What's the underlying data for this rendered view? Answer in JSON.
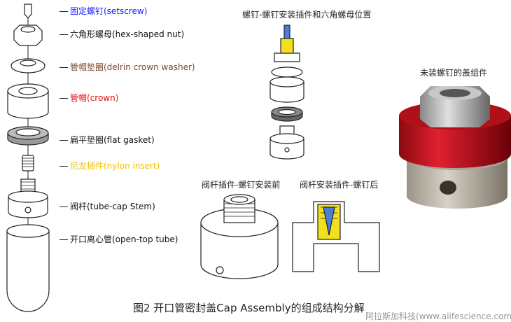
{
  "parts": [
    {
      "label": "固定螺钉(setscrew)",
      "color": "#1a1aff"
    },
    {
      "label": "六角形螺母(hex-shaped nut)",
      "color": "#111111"
    },
    {
      "label": "管帽垫圈(delrin crown washer)",
      "color": "#7a4a2a"
    },
    {
      "label": "管帽(crown)",
      "color": "#e01010"
    },
    {
      "label": "扁平垫圈(flat gasket)",
      "color": "#111111"
    },
    {
      "label": "尼龙插件(nylon insert)",
      "color": "#f0c000"
    },
    {
      "label": "阀杆(tube-cap Stem)",
      "color": "#111111"
    },
    {
      "label": "开口离心管(open-top tube)",
      "color": "#111111"
    }
  ],
  "titles": {
    "assembly": "螺钉-螺钉安装插件和六角螺母位置",
    "photo": "未装螺钉的盖组件",
    "before": "阀杆插件-螺钉安装前",
    "after": "阀杆安装插件-螺钉后"
  },
  "caption": "图2  开口管密封盖Cap Assembly的组成结构分解",
  "watermark": "阿拉斯加科技(www.alifescience.com)",
  "colors": {
    "crown": "#c8161d",
    "insert": "#f2e020",
    "screw": "#4a7fd8"
  }
}
